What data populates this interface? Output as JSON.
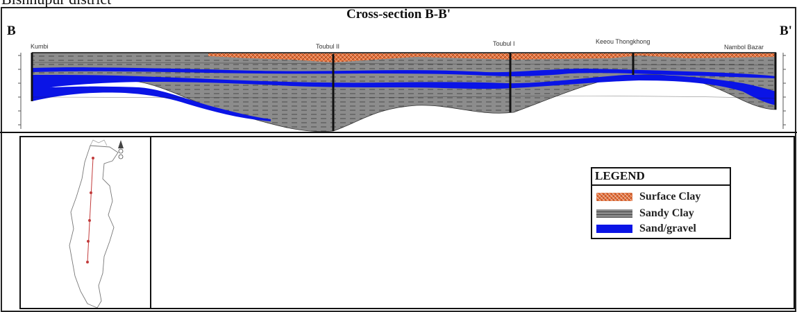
{
  "caption_top": "Bishnupur district",
  "cross_section": {
    "title": "Cross-section B-B'",
    "start_label": "B",
    "end_label": "B'",
    "wells": [
      "Kumbi",
      "Toubul II",
      "Toubul I",
      "Keeou Thongkhong",
      "Nambol Bazar"
    ]
  },
  "legend": {
    "title": "LEGEND",
    "items": [
      {
        "label": "Surface Clay",
        "color": "#e8743f"
      },
      {
        "label": "Sandy Clay",
        "color": "#8a8a8a"
      },
      {
        "label": "Sand/gravel",
        "color": "#0a14e6"
      }
    ]
  },
  "colors": {
    "surface_clay": "#e8743f",
    "sandy_clay": "#8a8a8a",
    "sand_gravel": "#0a14e6",
    "frame": "#111111"
  }
}
